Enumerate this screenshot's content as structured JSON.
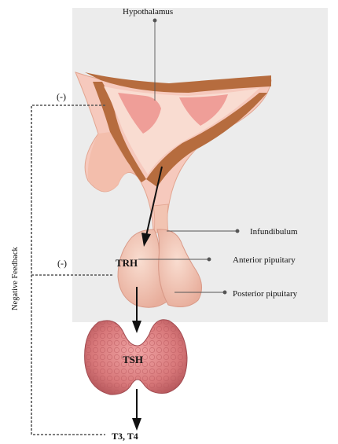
{
  "labels": {
    "hypothalamus": "Hypothalamus",
    "infundibulum": "Infundibulum",
    "anterior_pituitary": "Anterior pipuitary",
    "posterior_pituitary": "Posterior pipuitary",
    "trh": "TRH",
    "tsh": "TSH",
    "t3_t4": "T3, T4",
    "negative_feedback": "Negative Feedback",
    "inhibit_top": "(-)",
    "inhibit_mid": "(-)"
  },
  "colors": {
    "background_panel": "#ececec",
    "hypothalamus_fill": "#f6c9bd",
    "hypothalamus_band": "#b66c3e",
    "hypothalamus_core": "#ef9e98",
    "pituitary_fill": "#f2c4b2",
    "thyroid_fill": "#d8787a",
    "line_color": "#555555"
  }
}
